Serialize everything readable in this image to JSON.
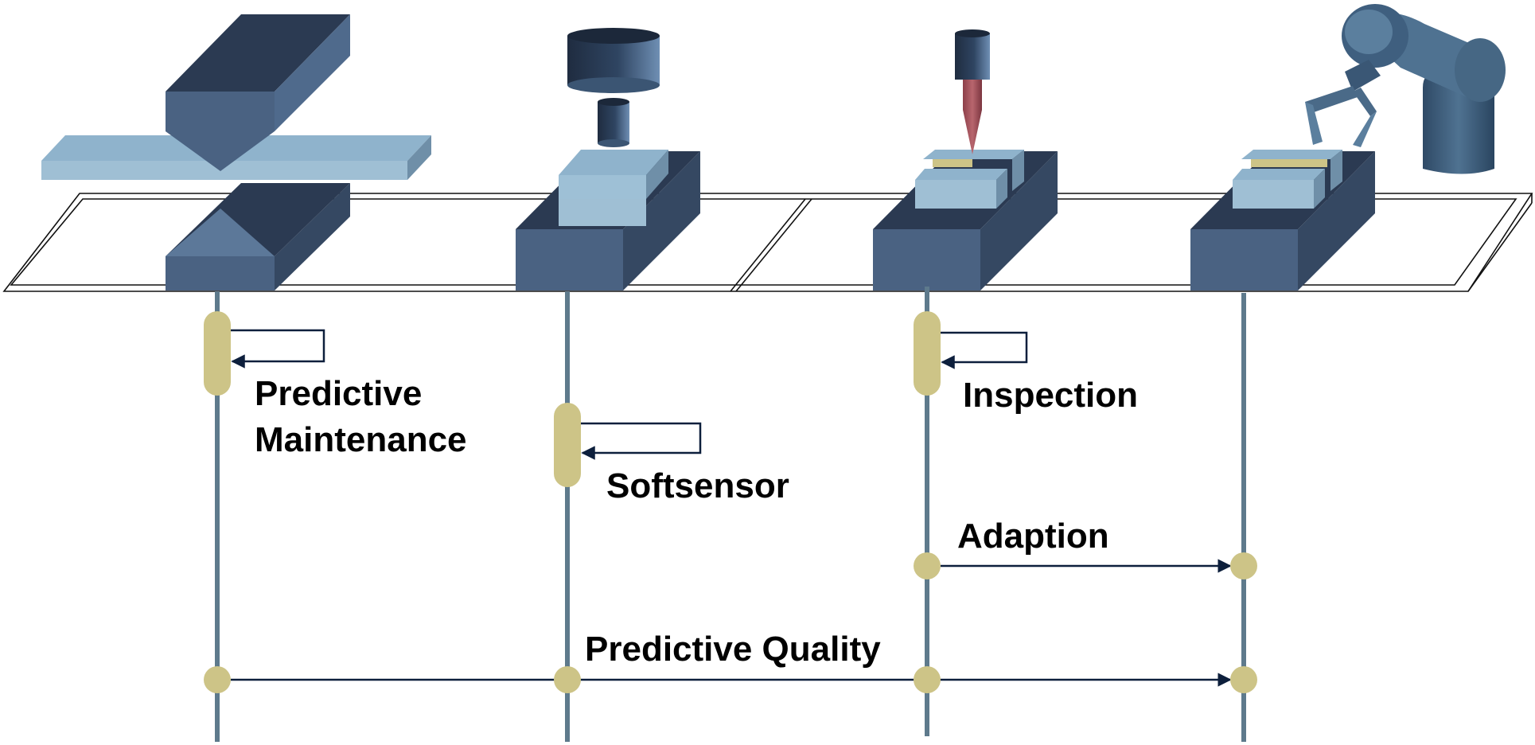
{
  "labels": {
    "predictive_maintenance_line1": "Predictive",
    "predictive_maintenance_line2": "Maintenance",
    "softsensor": "Softsensor",
    "inspection": "Inspection",
    "adaption": "Adaption",
    "predictive_quality": "Predictive Quality"
  },
  "stations": [
    {
      "id": "press",
      "icon": "press-machine-icon"
    },
    {
      "id": "measurement",
      "icon": "measurement-probe-icon"
    },
    {
      "id": "laser",
      "icon": "laser-inspection-icon"
    },
    {
      "id": "robot",
      "icon": "robot-arm-icon"
    }
  ],
  "colors": {
    "timeline": "#5e7a8c",
    "node": "#cdc487",
    "arrow": "#0d1f3c",
    "box_front": "#4a6282",
    "box_top": "#2b3a52",
    "box_side": "#354862",
    "plate_top": "#9fbfd4",
    "plate_front": "#8fb3cc",
    "plate_side": "#6f8fa8",
    "laser_beam": "#a3525a",
    "robot": "#466784"
  }
}
